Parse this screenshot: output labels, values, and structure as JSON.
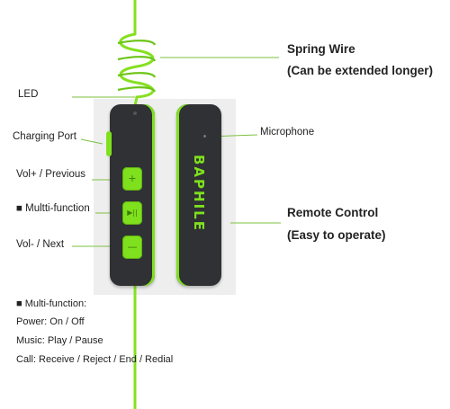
{
  "title": {
    "spring_wire": "Spring Wire",
    "spring_wire_sub": "(Can be extended longer)",
    "remote_control": "Remote Control",
    "remote_control_sub": "(Easy to operate)"
  },
  "labels": {
    "led": "LED",
    "charging_port": "Charging Port",
    "vol_plus": "Vol+ / Previous",
    "multi": "■ Multti-function",
    "vol_minus": "Vol- / Next",
    "microphone": "Microphone"
  },
  "brand": "BAPHILE",
  "notes": {
    "heading": "■ Multi-function:",
    "lines": [
      "Power: On / Off",
      "Music: Play / Pause",
      "Call: Receive / Reject / End / Redial"
    ]
  },
  "button_glyphs": {
    "plus": "+",
    "play": "▶||",
    "minus": "—"
  },
  "colors": {
    "accent": "#7fe01e",
    "device": "#2f3134",
    "line": "#8ec95a"
  }
}
